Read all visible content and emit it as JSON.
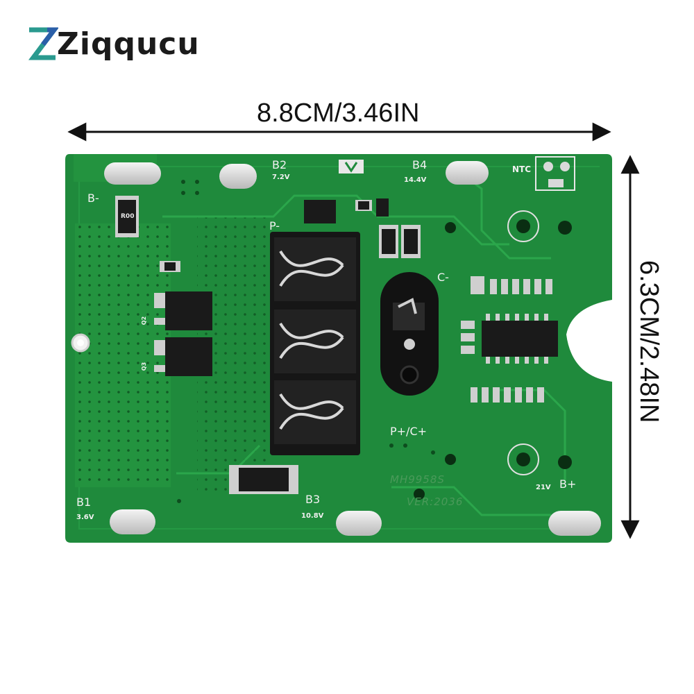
{
  "brand": {
    "name": "Ziqqucu",
    "accent": "#2a9a8f"
  },
  "dimensions": {
    "width_label": "8.8CM/3.46IN",
    "height_label": "6.3CM/2.48IN"
  },
  "board": {
    "color": "#1f8a3c",
    "labels": {
      "b_minus": "B-",
      "b1": "B1",
      "b1_v": "3.6V",
      "b2": "B2",
      "b2_v": "7.2V",
      "b3": "B3",
      "b3_v": "10.8V",
      "b4": "B4",
      "b4_v": "14.4V",
      "ntc": "NTC",
      "p_minus": "P-",
      "c_minus": "C-",
      "p_plus_c_plus": "P+/C+",
      "b_plus": "B+",
      "v21": "21V",
      "model": "MH9958S",
      "version": "VER:2036",
      "chip_r": "R00",
      "q2": "Q2",
      "q3": "Q3"
    }
  }
}
